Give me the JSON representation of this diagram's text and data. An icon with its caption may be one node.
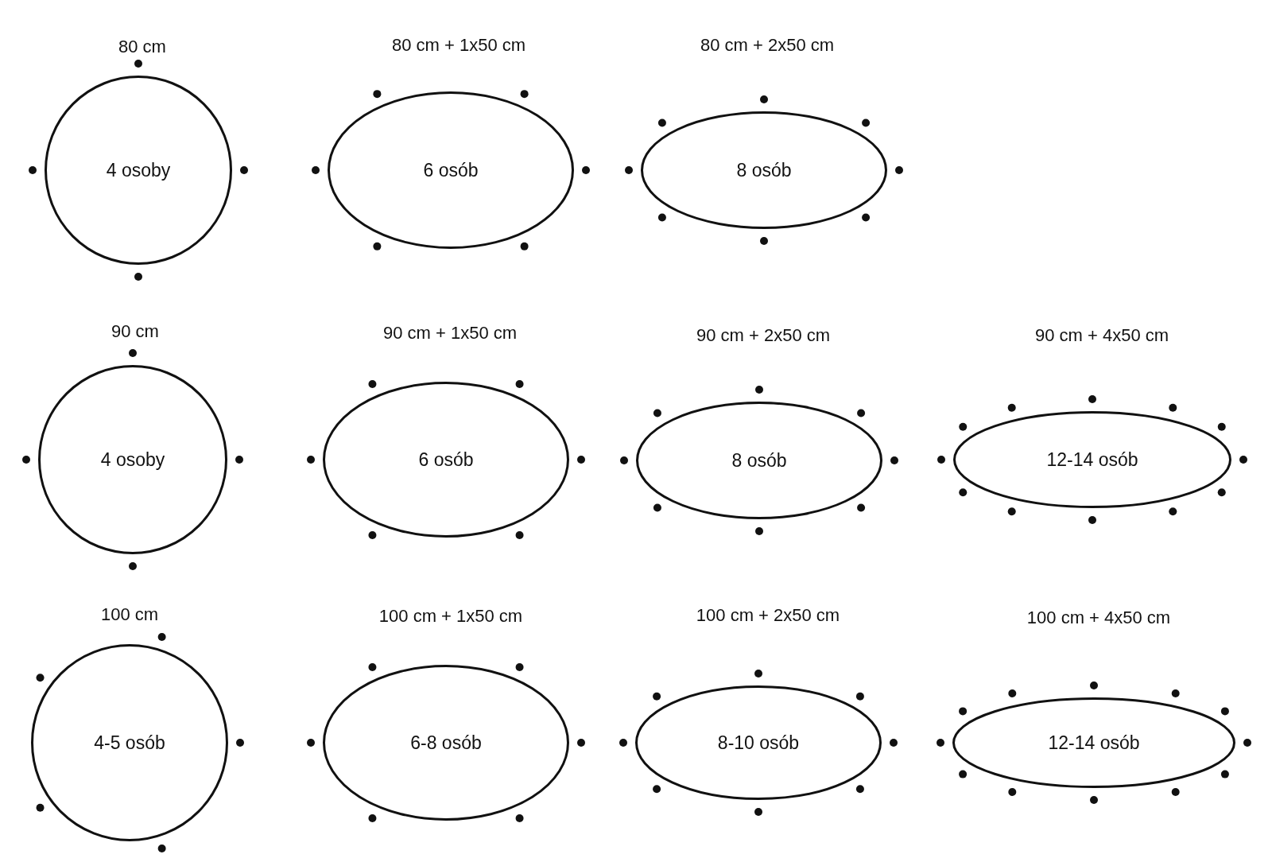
{
  "diagram": {
    "nodes": [
      {
        "text": [
          "4 osoby"
        ]
      },
      {
        "text": [
          "6 osób"
        ]
      },
      {
        "text": [
          "8 osób"
        ]
      },
      {
        "text": [
          "4 osoby"
        ]
      },
      {
        "text": [
          "6 osób"
        ]
      },
      {
        "text": [
          "8 osób"
        ]
      },
      {
        "text": [
          "12-14 osób"
        ]
      },
      {
        "text": [
          "4-5 osób"
        ]
      },
      {
        "text": [
          "6-8 osób"
        ]
      },
      {
        "text": [
          "8-10 osób"
        ]
      },
      {
        "text": [
          "12-14 osób"
        ]
      }
    ],
    "labels": [
      "80 cm",
      "80 cm + 1x50 cm",
      "80 cm + 2x50 cm",
      "90 cm",
      "90 cm + 1x50 cm",
      "90 cm + 2x50 cm",
      "90 cm + 4x50 cm",
      "100 cm",
      "100 cm + 1x50 cm",
      "100 cm + 2x50 cm",
      "100 cm + 4x50 cm"
    ]
  }
}
